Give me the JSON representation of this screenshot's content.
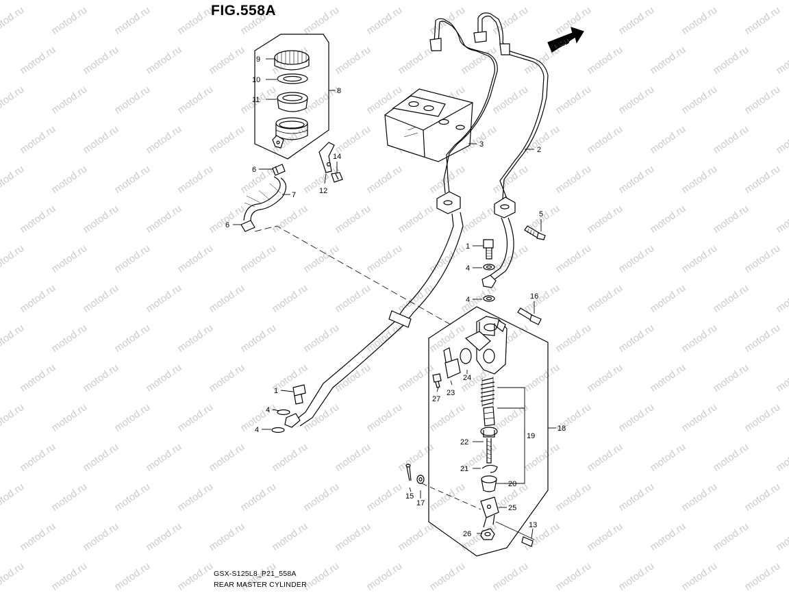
{
  "figure": {
    "title": "FIG.558A",
    "code": "GSX-S125L8_P21_558A",
    "name": "REAR MASTER CYLINDER",
    "fwd_label": "FWD"
  },
  "watermark": "motod.ru",
  "callouts": {
    "c1a": "1",
    "c1b": "1",
    "c2": "2",
    "c3": "3",
    "c4a": "4",
    "c4b": "4",
    "c4c": "4",
    "c4d": "4",
    "c5": "5",
    "c6a": "6",
    "c6b": "6",
    "c7": "7",
    "c8": "8",
    "c9": "9",
    "c10": "10",
    "c11": "11",
    "c12": "12",
    "c13": "13",
    "c14": "14",
    "c15": "15",
    "c16": "16",
    "c17": "17",
    "c18": "18",
    "c19": "19",
    "c20": "20",
    "c21": "21",
    "c22": "22",
    "c23": "23",
    "c24": "24",
    "c25": "25",
    "c26": "26",
    "c27": "27"
  }
}
